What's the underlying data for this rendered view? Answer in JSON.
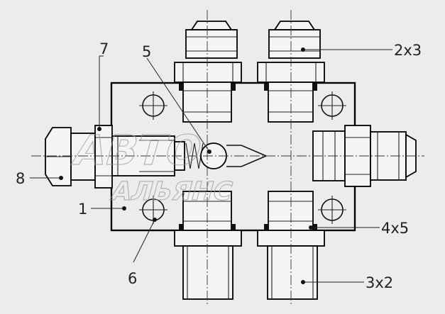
{
  "callouts": [
    {
      "id": "8",
      "text": "8"
    },
    {
      "id": "7",
      "text": "7"
    },
    {
      "id": "5",
      "text": "5"
    },
    {
      "id": "2x3",
      "text": "2x3"
    },
    {
      "id": "1",
      "text": "1"
    },
    {
      "id": "6",
      "text": "6"
    },
    {
      "id": "4x5",
      "text": "4x5"
    },
    {
      "id": "3x2",
      "text": "3x2"
    }
  ],
  "watermark": {
    "line1": "ABTO",
    "line2": "АЛЬЯНС"
  },
  "colors": {
    "background": "#ececec",
    "hatch": "#555555",
    "line": "#000000"
  }
}
